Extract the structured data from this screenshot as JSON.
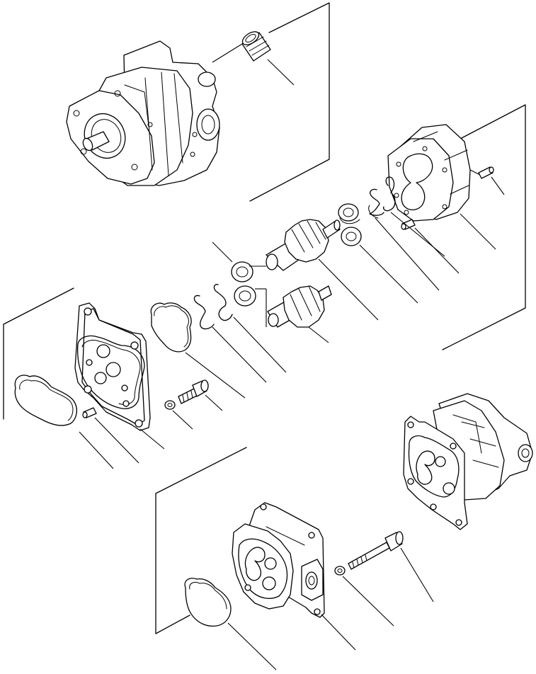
{
  "diagram": {
    "colors": {
      "line": "#000000",
      "background": "#ffffff"
    },
    "parts": [
      "pump-assembly-top",
      "bushing",
      "gear-case",
      "dowel-pin",
      "backup-ring",
      "seal-plate",
      "drive-gear",
      "driven-gear",
      "front-plate",
      "o-ring",
      "bolt",
      "washer",
      "rear-pump-assembly",
      "rear-cover",
      "long-bolt"
    ]
  }
}
